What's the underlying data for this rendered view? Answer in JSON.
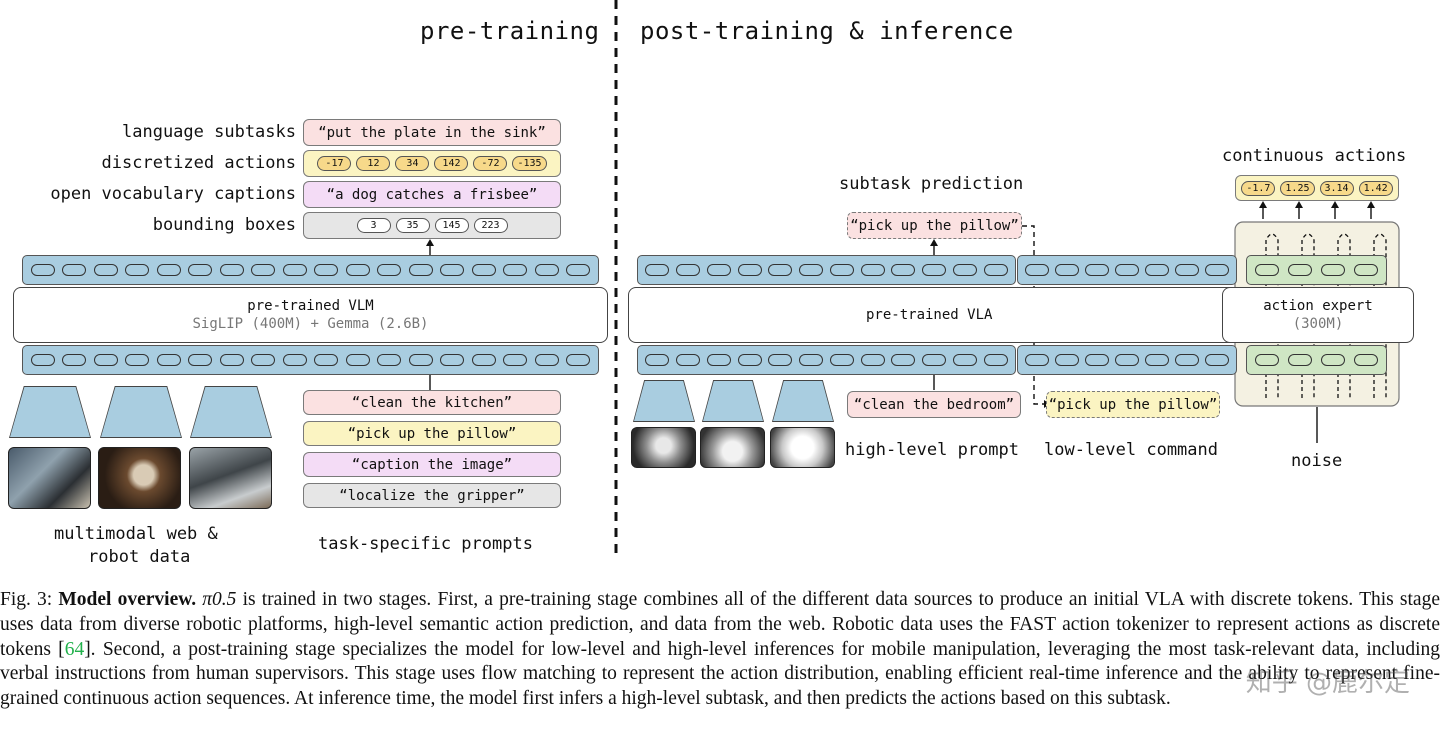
{
  "headings": {
    "pre_training": "pre-training",
    "post_training": "post-training & inference"
  },
  "left": {
    "labels": {
      "language_subtasks": "language subtasks",
      "discretized_actions": "discretized actions",
      "open_vocab": "open vocabulary captions",
      "bounding_boxes": "bounding boxes"
    },
    "outputs": {
      "subtask": "“put the plate in the sink”",
      "actions": [
        "-17",
        "12",
        "34",
        "142",
        "-72",
        "-135"
      ],
      "caption": "“a dog catches a frisbee”",
      "boxes": [
        "3",
        "35",
        "145",
        "223"
      ]
    },
    "model": {
      "name": "pre-trained VLM",
      "sub": "SigLIP (400M) + Gemma (2.6B)"
    },
    "prompts": [
      "“clean the kitchen”",
      "“pick up the pillow”",
      "“caption the image”",
      "“localize the gripper”"
    ],
    "data_label_1": "multimodal web &",
    "data_label_2": "robot data",
    "prompts_label": "task-specific prompts"
  },
  "right": {
    "subtask_prediction_label": "subtask prediction",
    "subtask_prediction": "“pick up the pillow”",
    "model": {
      "name": "pre-trained VLA"
    },
    "high_level_prompt": "“clean the bedroom”",
    "low_level_command": "“pick up the pillow”",
    "high_level_label": "high-level prompt",
    "low_level_label": "low-level command",
    "continuous_actions_label": "continuous actions",
    "continuous_actions": [
      "-1.7",
      "1.25",
      "3.14",
      "1.42"
    ],
    "expert": {
      "name": "action expert",
      "sub": "(300M)"
    },
    "noise_label": "noise"
  },
  "caption": {
    "prefix": "Fig. 3: ",
    "bold": "Model overview.",
    "math": "π0.5",
    "text1": " is trained in two stages. First, a pre-training stage combines all of the different data sources to produce an initial VLA with discrete tokens. This stage uses data from diverse robotic platforms, high-level semantic action prediction, and data from the web. Robotic data uses the FAST action tokenizer to represent actions as discrete tokens [",
    "ref": "64",
    "text2": "]. Second, a post-training stage specializes the model for low-level and high-level inferences for mobile manipulation, leveraging the most task-relevant data, including verbal instructions from human supervisors. This stage uses flow matching to represent the action distribution, enabling efficient real-time inference and the ability to represent fine-grained continuous action sequences. At inference time, the model first infers a high-level subtask, and then predicts the actions based on this subtask."
  },
  "watermark": "知乎 @鹿尔定",
  "colors": {
    "token_blue": "#a9cde0",
    "expert_green": "#cfe6c4",
    "ref_green": "#22b14c"
  }
}
